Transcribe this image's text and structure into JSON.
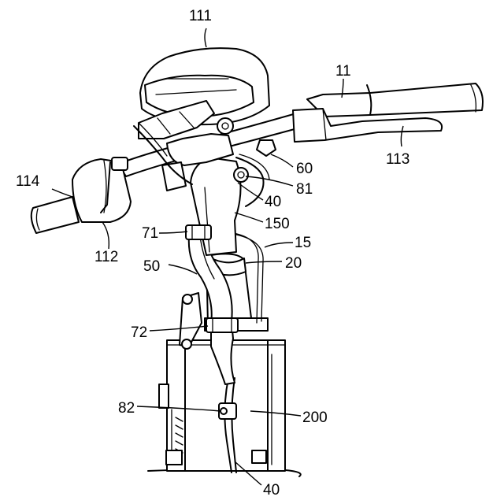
{
  "labels": {
    "l111": "111",
    "l11": "11",
    "l113": "113",
    "l114": "114",
    "l112": "112",
    "l60": "60",
    "l81": "81",
    "l40a": "40",
    "l150": "150",
    "l71": "71",
    "l15": "15",
    "l50": "50",
    "l20": "20",
    "l72": "72",
    "l82": "82",
    "l200": "200",
    "l40b": "40"
  }
}
